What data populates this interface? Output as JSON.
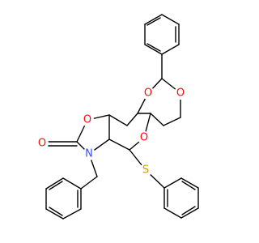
{
  "diagram": {
    "type": "chemical-structure",
    "background": "#ffffff",
    "colors": {
      "oxygen": "#ff0d0d",
      "nitrogen": "#3050f8",
      "sulfur": "#c8a000",
      "carbon_bond": "#000000"
    },
    "atoms": {
      "O_pyran_left": "O",
      "O_pyran_right": "O",
      "O_ring_fused": "O",
      "O_oxazolidinone": "O",
      "O_carbonyl": "O",
      "N_ring": "N",
      "S_thio": "S"
    }
  }
}
